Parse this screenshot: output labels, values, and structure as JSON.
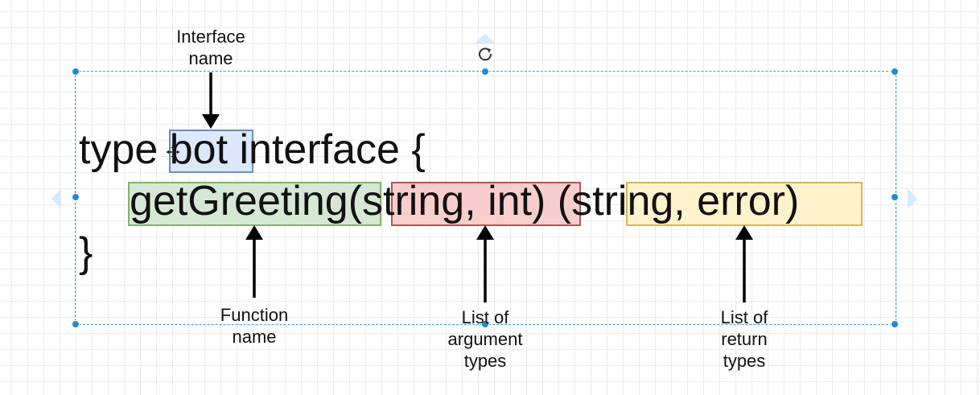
{
  "code": {
    "line1_keyword": "type",
    "line1_name": "bot",
    "line1_rest": "interface {",
    "line2_func": "getGreeting(",
    "line2_args": "string, int",
    "line2_mid": ") (",
    "line2_returns": "string, error",
    "line2_close": ")",
    "line3": "}"
  },
  "labels": {
    "interface_name": [
      "Interface",
      "name"
    ],
    "function_name": [
      "Function",
      "name"
    ],
    "argument_types": [
      "List of",
      "argument",
      "types"
    ],
    "return_types": [
      "List of",
      "return",
      "types"
    ]
  },
  "colors": {
    "interface_highlight": "#dce8fb",
    "function_highlight": "#d5e8d4",
    "argument_highlight": "#f8cecc",
    "return_highlight": "#fff2cc",
    "selection": "#3b9ae0"
  },
  "icons": {
    "rotate": "rotate-icon",
    "move_cursor": "move-cursor-icon"
  }
}
